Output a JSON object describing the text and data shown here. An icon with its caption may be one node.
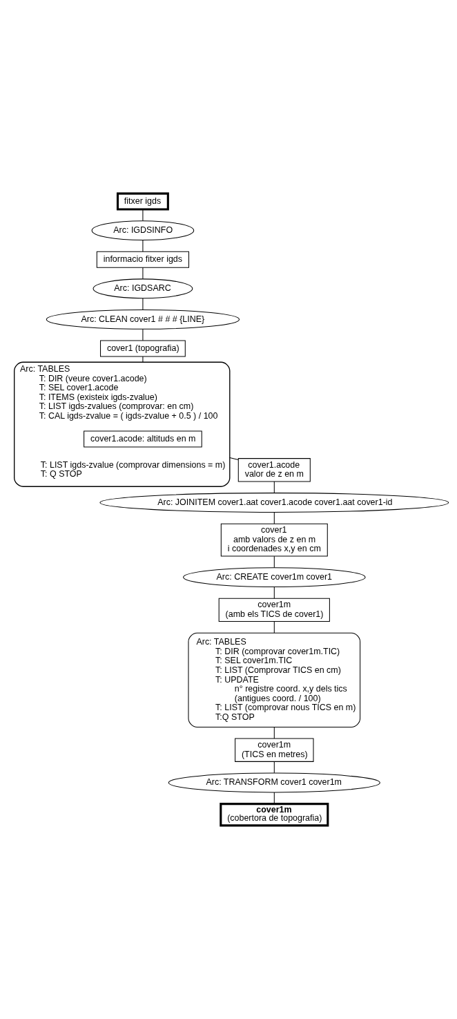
{
  "diagram": {
    "nodes": [
      {
        "text": [
          "fitxer igds"
        ]
      },
      {
        "text": [
          "Arc: IGDSINFO"
        ]
      },
      {
        "text": [
          "informacio fitxer igds"
        ]
      },
      {
        "text": [
          "Arc: IGDSARC"
        ]
      },
      {
        "text": [
          "Arc: CLEAN cover1 # # # {LINE}"
        ]
      },
      {
        "text": [
          "cover1 (topografia)"
        ]
      },
      {
        "text": [
          "Arc: TABLES",
          "T: DIR (veure cover1.acode)",
          "T: SEL cover1.acode",
          "T: ITEMS (existeix igds-zvalue)",
          "T: LIST igds-zvalues (comprovar: en cm)",
          "T: CAL igds-zvalue = ( igds-zvalue + 0.5 ) / 100",
          "T: LIST igds-zvalue (comprovar dimensions = m)",
          "T: Q STOP"
        ]
      },
      {
        "text": [
          "cover1.acode: altituds en m"
        ],
        "in": 6
      },
      {
        "text": [
          "cover1.acode",
          "valor de z en m"
        ]
      },
      {
        "text": [
          "Arc: JOINITEM cover1.aat cover1.acode cover1.aat cover1-id"
        ]
      },
      {
        "text": [
          "cover1",
          "amb valors de z en m",
          "i coordenades x,y en cm"
        ]
      },
      {
        "text": [
          "Arc: CREATE cover1m cover1"
        ]
      },
      {
        "text": [
          "cover1m",
          "(amb els TICS de cover1)"
        ]
      },
      {
        "text": [
          "Arc: TABLES",
          "T: DIR (comprovar cover1m.TIC)",
          "T: SEL cover1m.TIC",
          "T: LIST (Comprovar TICS en cm)",
          "T: UPDATE",
          "n° registre coord. x,y dels tics",
          "(antigues coord. / 100)",
          "T: LIST (comprovar nous TICS en m)",
          "T:Q STOP"
        ]
      },
      {
        "text": [
          "cover1m",
          "(TICS en metres)"
        ]
      },
      {
        "text": [
          "Arc: TRANSFORM cover1 cover1m"
        ]
      },
      {
        "text": [
          "cover1m",
          "(cobertora de topografia)"
        ]
      }
    ],
    "edges": [
      {
        "from": 0,
        "to": 1,
        "arrow": "none"
      },
      {
        "from": 1,
        "to": 2,
        "arrow": "none"
      },
      {
        "from": 2,
        "to": 3,
        "arrow": "none"
      },
      {
        "from": 3,
        "to": 4,
        "arrow": "none"
      },
      {
        "from": 4,
        "to": 5,
        "arrow": "none"
      },
      {
        "from": 5,
        "to": 6,
        "arrow": "none"
      },
      {
        "from": 6,
        "to": 8,
        "arrow": "none"
      },
      {
        "from": 8,
        "to": 9,
        "arrow": "none"
      },
      {
        "from": 9,
        "to": 10,
        "arrow": "none"
      },
      {
        "from": 10,
        "to": 11,
        "arrow": "none"
      },
      {
        "from": 11,
        "to": 12,
        "arrow": "none"
      },
      {
        "from": 12,
        "to": 13,
        "arrow": "none"
      },
      {
        "from": 13,
        "to": 14,
        "arrow": "none"
      },
      {
        "from": 14,
        "to": 15,
        "arrow": "none"
      },
      {
        "from": 15,
        "to": 16,
        "arrow": "none"
      }
    ]
  }
}
